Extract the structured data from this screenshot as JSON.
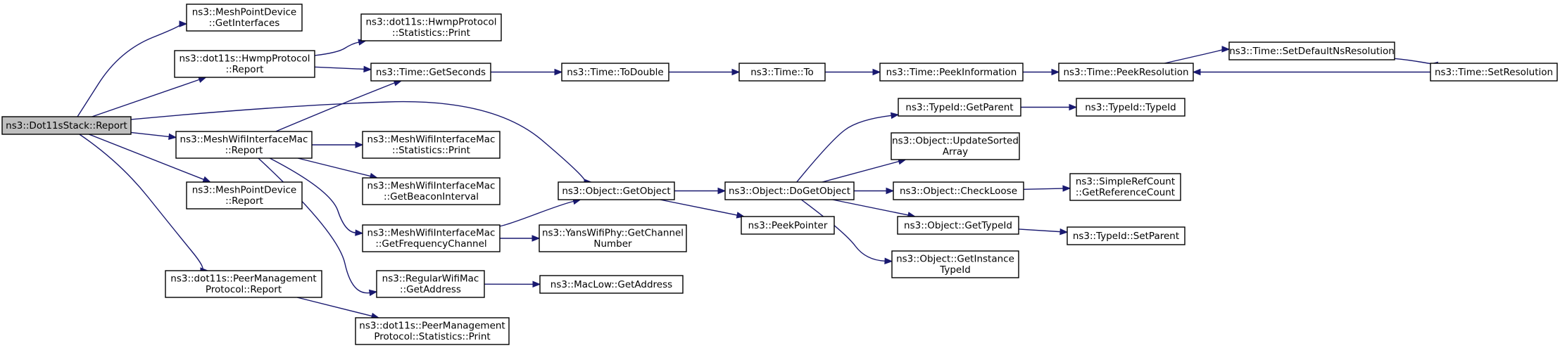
{
  "graph": {
    "nodes": [
      {
        "id": "n0",
        "lines": [
          "ns3::Dot11sStack::Report"
        ]
      },
      {
        "id": "n1",
        "lines": [
          "ns3::MeshPointDevice",
          "::GetInterfaces"
        ]
      },
      {
        "id": "n2",
        "lines": [
          "ns3::dot11s::HwmpProtocol",
          "::Report"
        ]
      },
      {
        "id": "n3",
        "lines": [
          "ns3::dot11s::HwmpProtocol",
          "::Statistics::Print"
        ]
      },
      {
        "id": "n4",
        "lines": [
          "ns3::Time::GetSeconds"
        ]
      },
      {
        "id": "n5",
        "lines": [
          "ns3::Time::ToDouble"
        ]
      },
      {
        "id": "n6",
        "lines": [
          "ns3::Time::To"
        ]
      },
      {
        "id": "n7",
        "lines": [
          "ns3::Time::PeekInformation"
        ]
      },
      {
        "id": "n8",
        "lines": [
          "ns3::Time::PeekResolution"
        ]
      },
      {
        "id": "n9",
        "lines": [
          "ns3::Time::SetDefaultNsResolution"
        ]
      },
      {
        "id": "n10",
        "lines": [
          "ns3::Time::SetResolution"
        ]
      },
      {
        "id": "n11",
        "lines": [
          "ns3::Object::GetObject"
        ]
      },
      {
        "id": "n12",
        "lines": [
          "ns3::Object::DoGetObject"
        ]
      },
      {
        "id": "n13",
        "lines": [
          "ns3::TypeId::GetParent"
        ]
      },
      {
        "id": "n14",
        "lines": [
          "ns3::TypeId::TypeId"
        ]
      },
      {
        "id": "n15",
        "lines": [
          "ns3::Object::UpdateSorted",
          "Array"
        ]
      },
      {
        "id": "n16",
        "lines": [
          "ns3::Object::CheckLoose"
        ]
      },
      {
        "id": "n17",
        "lines": [
          "ns3::SimpleRefCount",
          "::GetReferenceCount"
        ]
      },
      {
        "id": "n18",
        "lines": [
          "ns3::Object::GetTypeId"
        ]
      },
      {
        "id": "n19",
        "lines": [
          "ns3::TypeId::SetParent"
        ]
      },
      {
        "id": "n20",
        "lines": [
          "ns3::Object::GetInstance",
          "TypeId"
        ]
      },
      {
        "id": "n21",
        "lines": [
          "ns3::PeekPointer"
        ]
      },
      {
        "id": "n22",
        "lines": [
          "ns3::MeshWifiInterfaceMac",
          "::Report"
        ]
      },
      {
        "id": "n23",
        "lines": [
          "ns3::MeshWifiInterfaceMac",
          "::Statistics::Print"
        ]
      },
      {
        "id": "n24",
        "lines": [
          "ns3::MeshWifiInterfaceMac",
          "::GetBeaconInterval"
        ]
      },
      {
        "id": "n25",
        "lines": [
          "ns3::MeshWifiInterfaceMac",
          "::GetFrequencyChannel"
        ]
      },
      {
        "id": "n26",
        "lines": [
          "ns3::YansWifiPhy::GetChannel",
          "Number"
        ]
      },
      {
        "id": "n27",
        "lines": [
          "ns3::RegularWifiMac",
          "::GetAddress"
        ]
      },
      {
        "id": "n28",
        "lines": [
          "ns3::MacLow::GetAddress"
        ]
      },
      {
        "id": "n29",
        "lines": [
          "ns3::MeshPointDevice",
          "::Report"
        ]
      },
      {
        "id": "n30",
        "lines": [
          "ns3::dot11s::PeerManagement",
          "Protocol::Report"
        ]
      },
      {
        "id": "n31",
        "lines": [
          "ns3::dot11s::PeerManagement",
          "Protocol::Statistics::Print"
        ]
      }
    ],
    "edges": [
      [
        "n0",
        "n1"
      ],
      [
        "n0",
        "n2"
      ],
      [
        "n0",
        "n11"
      ],
      [
        "n0",
        "n22"
      ],
      [
        "n0",
        "n29"
      ],
      [
        "n0",
        "n30"
      ],
      [
        "n2",
        "n3"
      ],
      [
        "n2",
        "n4"
      ],
      [
        "n4",
        "n5"
      ],
      [
        "n5",
        "n6"
      ],
      [
        "n6",
        "n7"
      ],
      [
        "n7",
        "n8"
      ],
      [
        "n8",
        "n9"
      ],
      [
        "n9",
        "n10"
      ],
      [
        "n10",
        "n8"
      ],
      [
        "n11",
        "n12"
      ],
      [
        "n11",
        "n21"
      ],
      [
        "n12",
        "n13"
      ],
      [
        "n12",
        "n15"
      ],
      [
        "n12",
        "n16"
      ],
      [
        "n12",
        "n18"
      ],
      [
        "n12",
        "n20"
      ],
      [
        "n13",
        "n14"
      ],
      [
        "n16",
        "n17"
      ],
      [
        "n18",
        "n19"
      ],
      [
        "n22",
        "n4"
      ],
      [
        "n22",
        "n23"
      ],
      [
        "n22",
        "n24"
      ],
      [
        "n22",
        "n25"
      ],
      [
        "n22",
        "n27"
      ],
      [
        "n25",
        "n11"
      ],
      [
        "n25",
        "n26"
      ],
      [
        "n27",
        "n28"
      ],
      [
        "n30",
        "n31"
      ]
    ]
  }
}
